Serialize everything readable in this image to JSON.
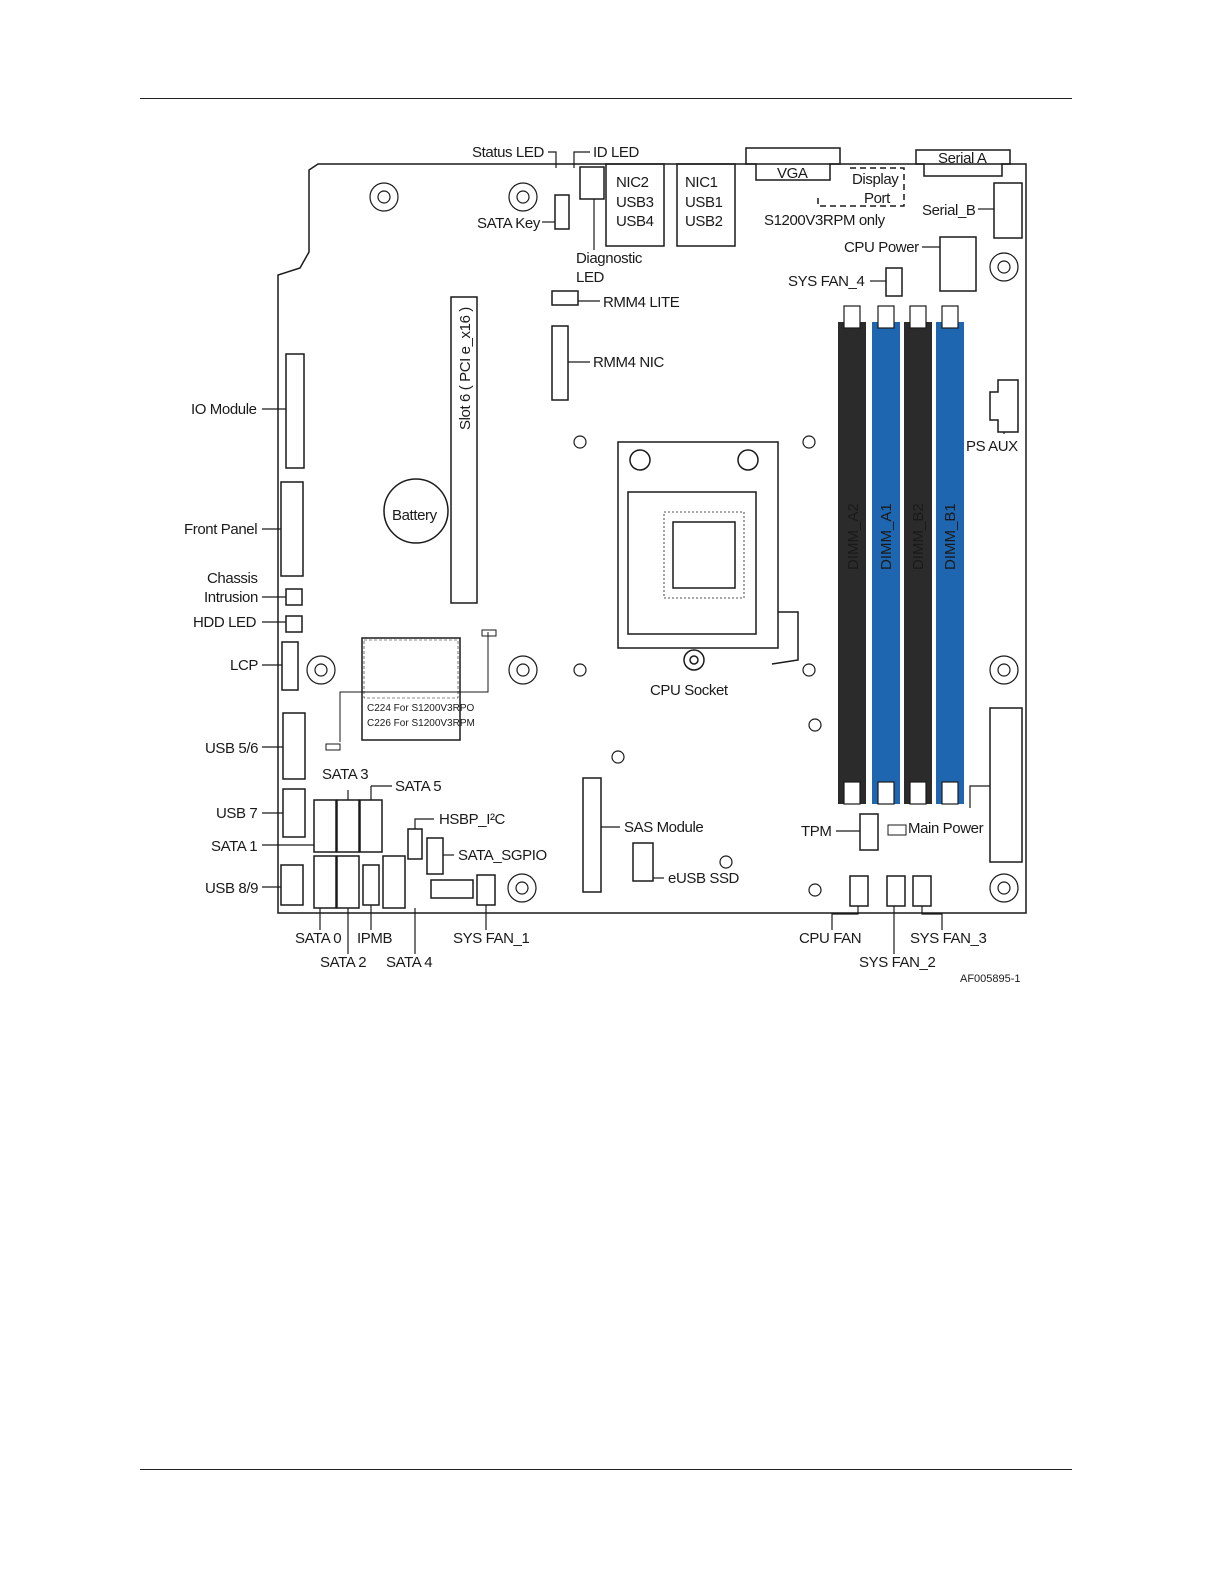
{
  "diagram": {
    "labels": {
      "status_led": "Status LED",
      "id_led": "ID LED",
      "nic2": "NIC2",
      "usb3": "USB3",
      "usb4": "USB4",
      "nic1": "NIC1",
      "usb1": "USB1",
      "usb2": "USB2",
      "vga": "VGA",
      "serial_a": "Serial A",
      "display": "Display",
      "port": "Port",
      "s1200_only": "S1200V3RPM only",
      "serial_b": "Serial_B",
      "sata_key": "SATA Key",
      "diagnostic": "Diagnostic",
      "led": "LED",
      "cpu_power": "CPU Power",
      "sys_fan_4": "SYS FAN_4",
      "rmm4_lite": "RMM4 LITE",
      "rmm4_nic": "RMM4 NIC",
      "slot6": "Slot 6 ( PCI e_x16 )",
      "io_module": "IO Module",
      "ps_aux": "PS AUX",
      "battery": "Battery",
      "front_panel": "Front Panel",
      "chassis": "Chassis",
      "intrusion": "Intrusion",
      "hdd_led": "HDD LED",
      "lcp": "LCP",
      "usb56": "USB 5/6",
      "usb7": "USB 7",
      "sata1": "SATA 1",
      "usb89": "USB 8/9",
      "sata3": "SATA 3",
      "sata5": "SATA 5",
      "hsbp": "HSBP_I²C",
      "sata_sgpio": "SATA_SGPIO",
      "sas_module": "SAS Module",
      "eusb_ssd": "eUSB SSD",
      "cpu_socket": "CPU Socket",
      "c224": "C224 For S1200V3RPO",
      "c226": "C226 For S1200V3RPM",
      "dimm_a2": "DIMM_A2",
      "dimm_a1": "DIMM_A1",
      "dimm_b2": "DIMM_B2",
      "dimm_b1": "DIMM_B1",
      "tpm": "TPM",
      "main_power": "Main Power",
      "sata0": "SATA 0",
      "ipmb": "IPMB",
      "sys_fan_1": "SYS FAN_1",
      "sata2": "SATA 2",
      "sata4": "SATA 4",
      "cpu_fan": "CPU FAN",
      "sys_fan_3": "SYS FAN_3",
      "sys_fan_2": "SYS FAN_2",
      "figure_code": "AF005895-1"
    },
    "colors": {
      "dimm_black": "#2b2b2b",
      "dimm_blue": "#1f66b0",
      "outline": "#1a1a1a"
    }
  }
}
